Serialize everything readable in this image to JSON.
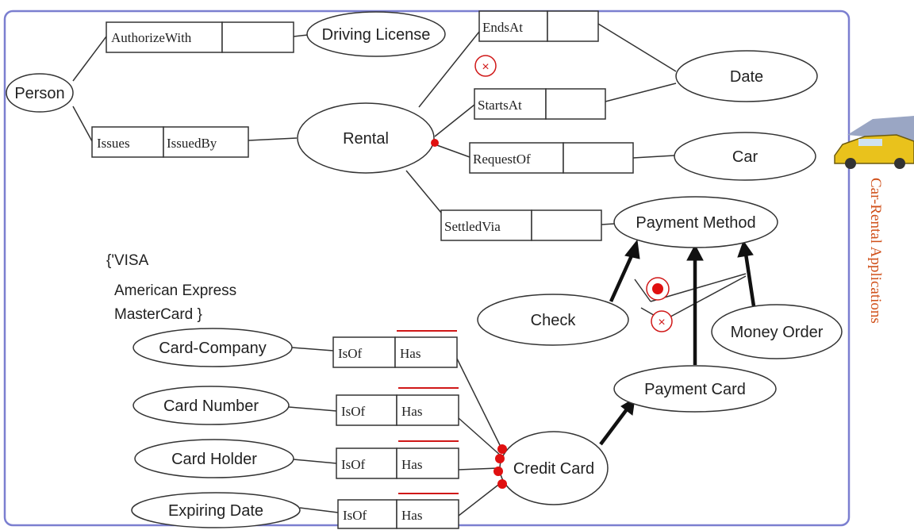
{
  "entities": {
    "person": "Person",
    "driving_license": "Driving License",
    "rental": "Rental",
    "date": "Date",
    "car": "Car",
    "payment_method": "Payment Method",
    "check": "Check",
    "money_order": "Money Order",
    "payment_card": "Payment Card",
    "credit_card": "Credit Card",
    "card_company": "Card-Company",
    "card_number": "Card Number",
    "card_holder": "Card Holder",
    "expiring_date": "Expiring Date"
  },
  "roles": {
    "authorize_with": "AuthorizeWith",
    "issues": "Issues",
    "issued_by": "IssuedBy",
    "ends_at": "EndsAt",
    "starts_at": "StartsAt",
    "request_of": "RequestOf",
    "settled_via": "SettledVia",
    "is_of": "IsOf",
    "has": "Has"
  },
  "value_constraint": {
    "line1": "{'VISA",
    "line2": "American Express",
    "line3": "MasterCard }"
  },
  "side_title": "Car-Rental Applications",
  "colors": {
    "frame": "#7b7fd0",
    "constraint": "#d01818",
    "side_title": "#d0501a",
    "line": "#333333"
  },
  "icons": [
    "exclusion-icon",
    "mandatory-dot-icon",
    "car-clipart-icon"
  ]
}
